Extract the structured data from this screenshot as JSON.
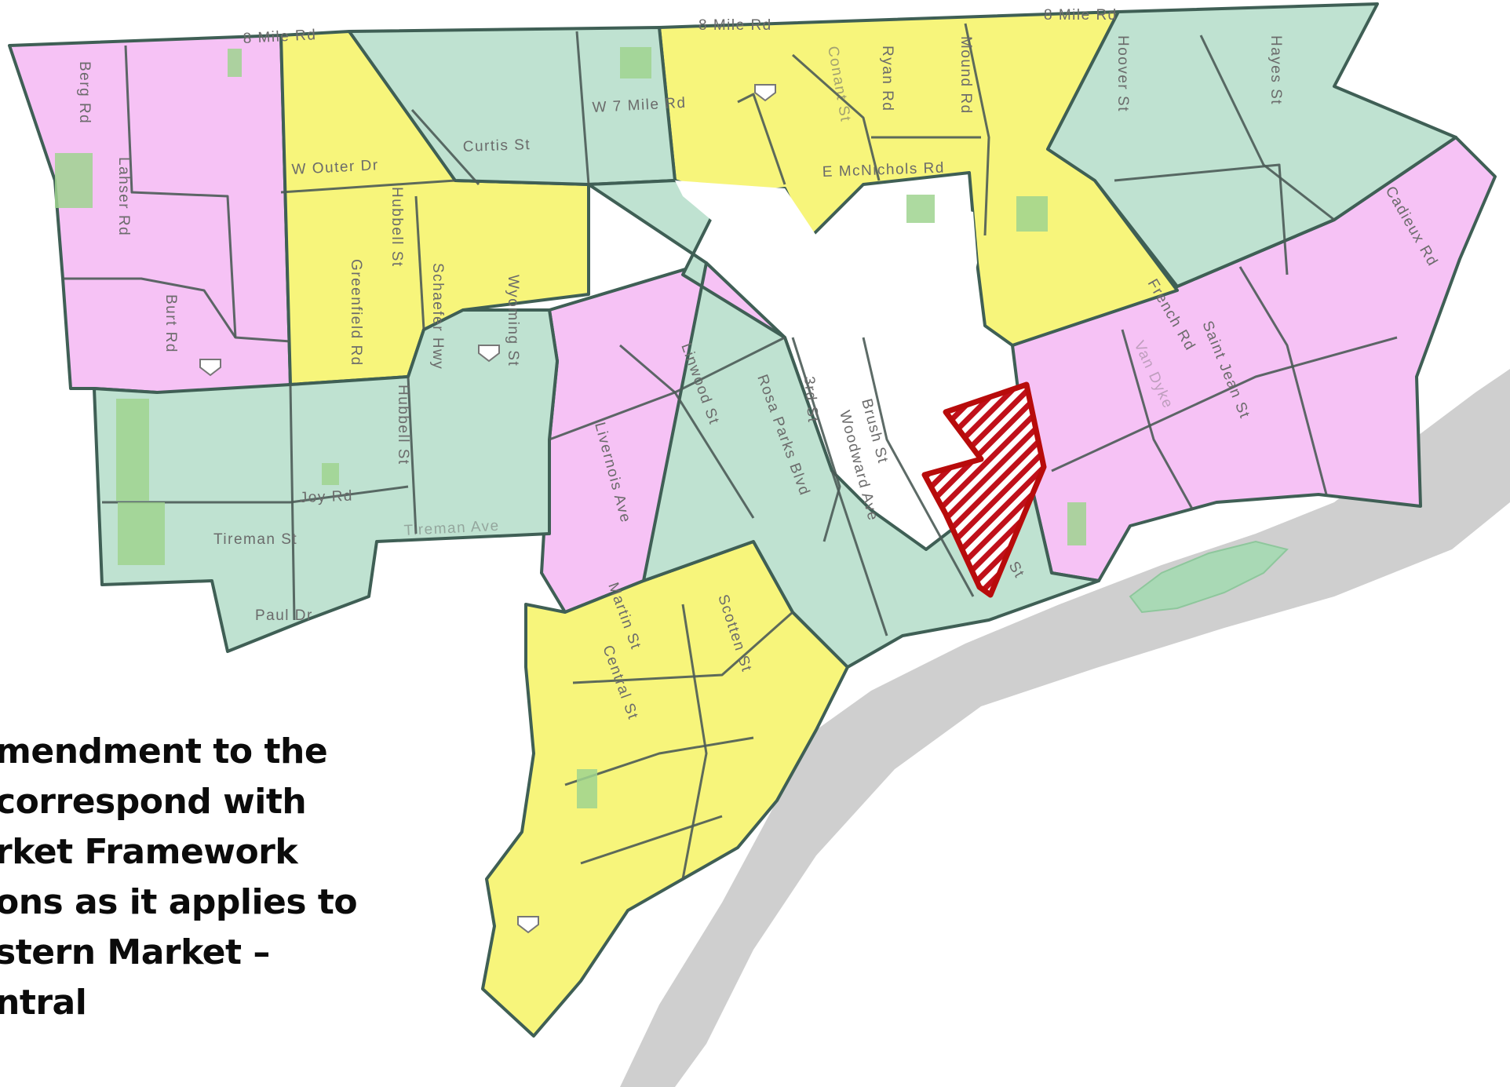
{
  "map": {
    "road_labels": [
      {
        "id": "8-mile-1",
        "text": "8 Mile Rd"
      },
      {
        "id": "8-mile-2",
        "text": "8 Mile Rd"
      },
      {
        "id": "8-mile-3",
        "text": "8 Mile Rd"
      },
      {
        "id": "berg",
        "text": "Berg Rd"
      },
      {
        "id": "lahser",
        "text": "Lahser Rd"
      },
      {
        "id": "burt",
        "text": "Burt Rd"
      },
      {
        "id": "w-outer",
        "text": "W Outer Dr"
      },
      {
        "id": "curtis",
        "text": "Curtis St"
      },
      {
        "id": "w-7-mile",
        "text": "W 7 Mile Rd"
      },
      {
        "id": "hubbell-1",
        "text": "Hubbell St"
      },
      {
        "id": "greenfield",
        "text": "Greenfield Rd"
      },
      {
        "id": "schaefer",
        "text": "Schaefer Hwy"
      },
      {
        "id": "wyoming",
        "text": "Wyoming St"
      },
      {
        "id": "hubbell-2",
        "text": "Hubbell St"
      },
      {
        "id": "joy",
        "text": "Joy Rd"
      },
      {
        "id": "tireman",
        "text": "Tireman St"
      },
      {
        "id": "tireman-ave",
        "text": "Tireman Ave"
      },
      {
        "id": "paul",
        "text": "Paul Dr"
      },
      {
        "id": "ryan",
        "text": "Ryan Rd"
      },
      {
        "id": "mound",
        "text": "Mound Rd"
      },
      {
        "id": "conant",
        "text": "Conant St"
      },
      {
        "id": "mcnichols",
        "text": "E McNichols Rd"
      },
      {
        "id": "hoover",
        "text": "Hoover St"
      },
      {
        "id": "hayes",
        "text": "Hayes St"
      },
      {
        "id": "cadieux",
        "text": "Cadieux Rd"
      },
      {
        "id": "french",
        "text": "French Rd"
      },
      {
        "id": "saint-jean",
        "text": "Saint Jean St"
      },
      {
        "id": "lothrop",
        "text": "Van Dyke"
      },
      {
        "id": "linwood",
        "text": "Linwood St"
      },
      {
        "id": "rosa-parks",
        "text": "Rosa Parks Blvd"
      },
      {
        "id": "3rd",
        "text": "3rd St"
      },
      {
        "id": "brush",
        "text": "Brush St"
      },
      {
        "id": "woodward",
        "text": "Woodward Ave"
      },
      {
        "id": "livernois",
        "text": "Livernois Ave"
      },
      {
        "id": "martin",
        "text": "Martin St"
      },
      {
        "id": "central",
        "text": "Central St"
      },
      {
        "id": "scotten",
        "text": "Scotten St"
      },
      {
        "id": "st",
        "text": "St"
      }
    ]
  },
  "caption": {
    "line1": "mendment to the",
    "line2": "correspond with",
    "line3": "rket Framework",
    "line4": "ons as it applies to",
    "line5": "stern Market –",
    "line6": "ntral"
  },
  "colors": {
    "pink": "#f6c2f5",
    "yellow": "#f7f57b",
    "green": "#bfe2d1",
    "highlight": "#b80b0b",
    "water": "#cfcfcf"
  },
  "icons": [
    "interstate-shield-icon"
  ]
}
